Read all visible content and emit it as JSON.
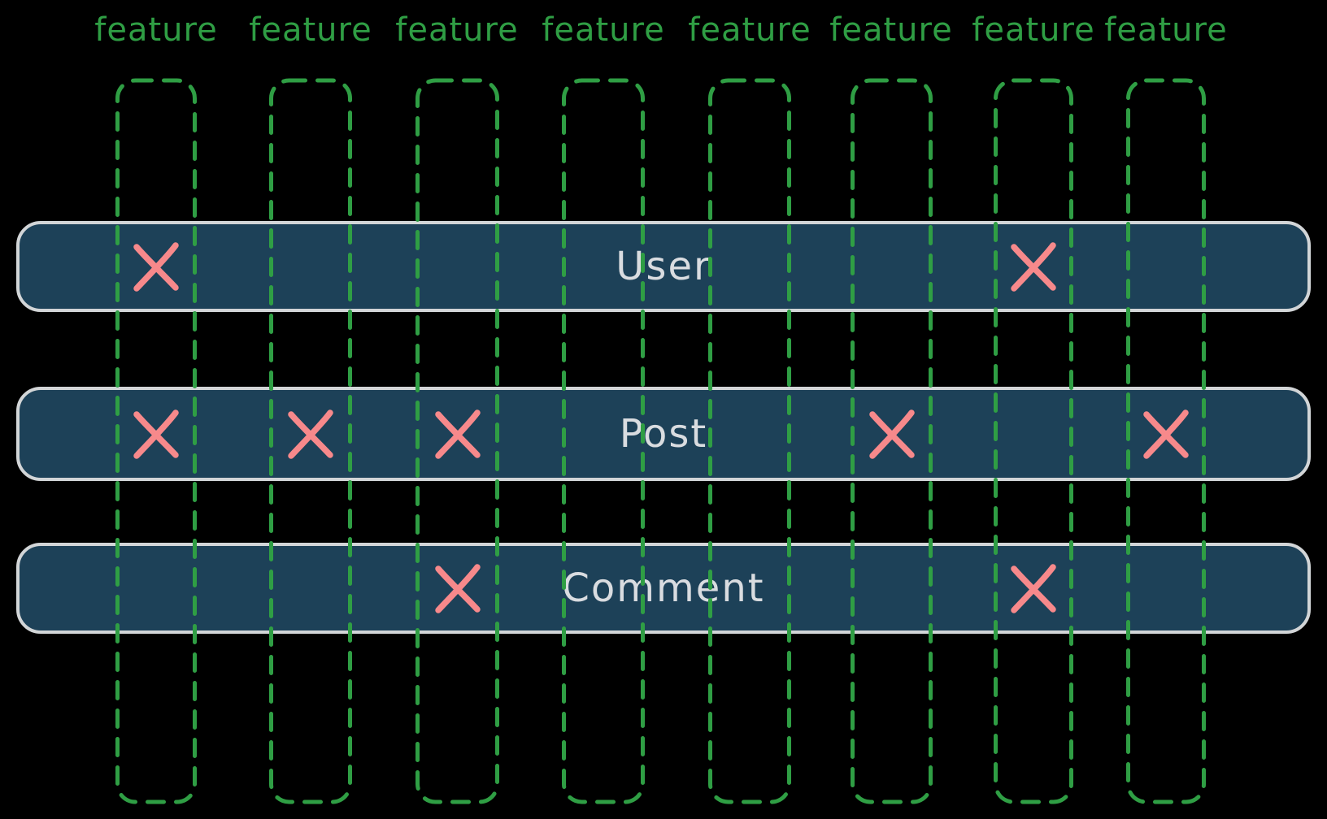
{
  "diagram": {
    "background_color": "#000000",
    "colors": {
      "column_outline": "#2f9e44",
      "row_fill": "#1d4158",
      "row_border": "#d2d5d7",
      "row_label": "#d9dce0",
      "mark": "#f7898b"
    },
    "columns": [
      {
        "label": "feature"
      },
      {
        "label": "feature"
      },
      {
        "label": "feature"
      },
      {
        "label": "feature"
      },
      {
        "label": "feature"
      },
      {
        "label": "feature"
      },
      {
        "label": "feature"
      },
      {
        "label": "feature"
      }
    ],
    "rows": [
      {
        "label": "User",
        "marks": [
          1,
          7
        ]
      },
      {
        "label": "Post",
        "marks": [
          1,
          2,
          3,
          6,
          8
        ]
      },
      {
        "label": "Comment",
        "marks": [
          3,
          7
        ]
      }
    ],
    "mark_glyph": "x-mark"
  }
}
